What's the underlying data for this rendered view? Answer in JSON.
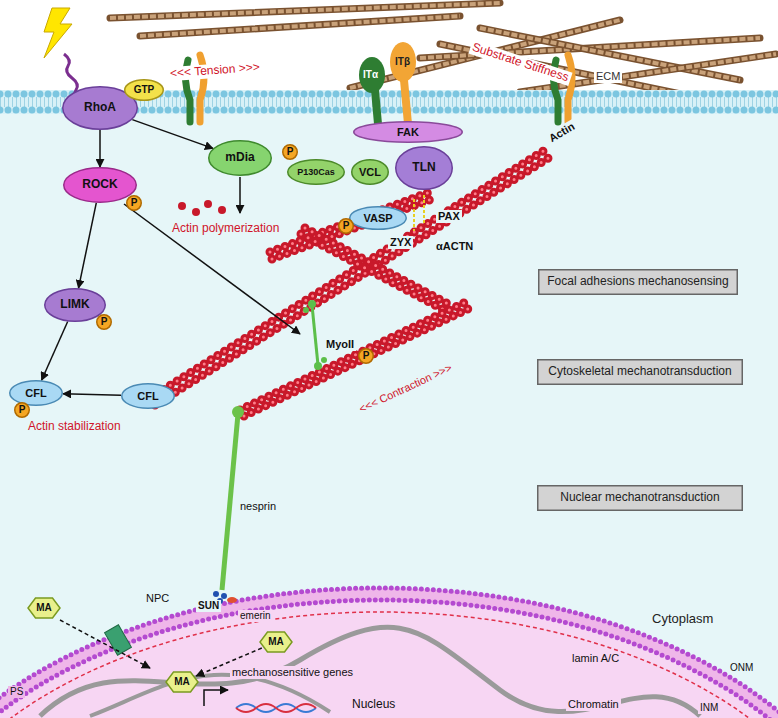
{
  "diagram": {
    "nodes": [
      {
        "text": [
          "RhoA"
        ]
      },
      {
        "text": [
          "GTP"
        ]
      },
      {
        "text": [
          "mDia"
        ]
      },
      {
        "text": [
          "ROCK"
        ]
      },
      {
        "text": [
          "P"
        ]
      },
      {
        "text": [
          "FAK"
        ]
      },
      {
        "text": [
          "P"
        ]
      },
      {
        "text": [
          "P130Cas"
        ]
      },
      {
        "text": [
          "VCL"
        ]
      },
      {
        "text": [
          "TLN"
        ]
      },
      {
        "text": [
          "VASP"
        ]
      },
      {
        "text": [
          "P"
        ]
      },
      {
        "text": [
          "LIMK"
        ]
      },
      {
        "text": [
          "P"
        ]
      },
      {
        "text": [
          "CFL"
        ]
      },
      {
        "text": [
          "P"
        ]
      },
      {
        "text": [
          "CFL"
        ]
      },
      {
        "text": [
          "P"
        ]
      },
      {
        "text": [
          "Focal adhesions mechanosensing"
        ]
      },
      {
        "text": [
          "Cytoskeletal mechanotransduction"
        ]
      },
      {
        "text": [
          "Nuclear mechanotransduction"
        ]
      },
      {
        "text": [
          "MA"
        ]
      },
      {
        "text": [
          "MA"
        ]
      },
      {
        "text": [
          "MA"
        ]
      }
    ],
    "edges": [
      {
        "from": 0,
        "to": 3,
        "arrow": "to"
      },
      {
        "from": 0,
        "to": 2,
        "arrow": "to"
      },
      {
        "from": 3,
        "to": 12,
        "arrow": "to"
      },
      {
        "from": 12,
        "to": 14,
        "arrow": "to"
      },
      {
        "from": 16,
        "to": 14,
        "arrow": "to"
      },
      {
        "from": 22,
        "to": 23,
        "arrow": "to"
      }
    ],
    "labels": [
      "<<< Tension >>>",
      "Substrate Stiffness",
      "ECM",
      "ITα",
      "ITβ",
      "PAX",
      "ZYX",
      "αACTN",
      "Actin",
      "Actin polymerization",
      "MyoII",
      "<<< Contraction >>>",
      "Actin stabilization",
      "nesprin",
      "NPC",
      "SUN",
      "emerin",
      "Cytoplasm",
      "lamin A/C",
      "mechanosensitive genes",
      "ONM",
      "INM",
      "PS",
      "Nucleus",
      "Chromatin"
    ]
  }
}
